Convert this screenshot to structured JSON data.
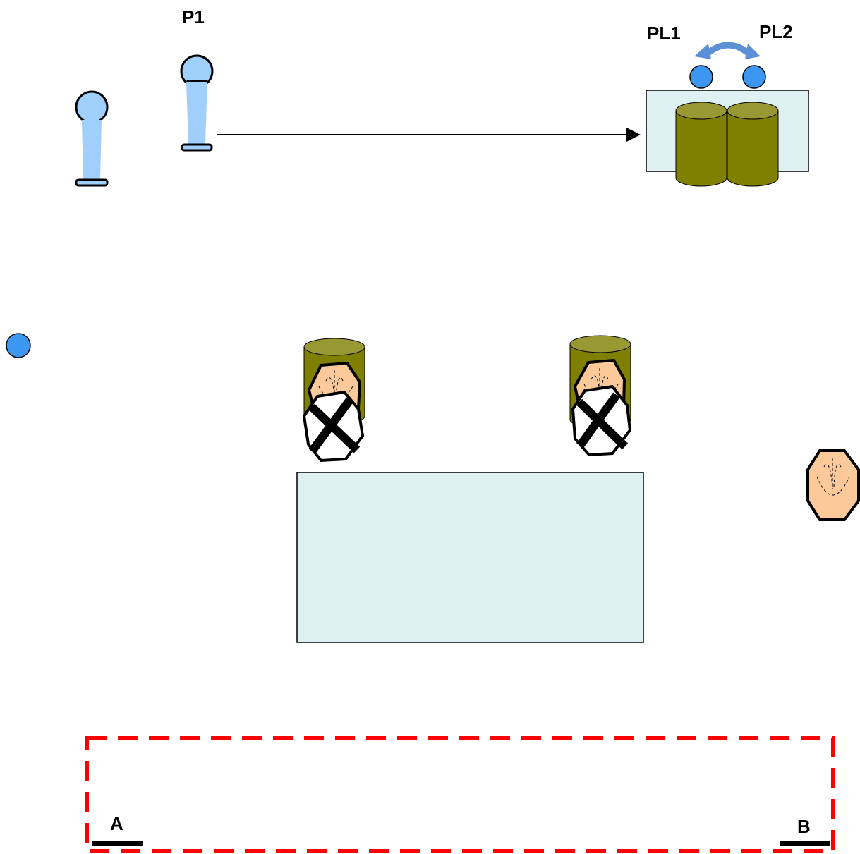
{
  "labels": {
    "p1": "P1",
    "pl1": "PL1",
    "pl2": "PL2",
    "a": "A",
    "b": "B"
  },
  "icons": {
    "standing_player": "mannequin-icon",
    "ball": "ball-icon",
    "cone": "cone-icon",
    "player_top_view": "player-top-view-icon",
    "crossed_player": "crossed-out-player-icon"
  },
  "colors": {
    "mannequin_fill": "#9fcffa",
    "ball_fill": "#3b97f0",
    "cone_fill": "#7f7f00",
    "cone_top": "#999933",
    "table_fill": "#dff0f2",
    "player_skin": "#fcc99b",
    "swap_arrow": "#5b8fd6",
    "zone_dash": "#ff0000"
  }
}
